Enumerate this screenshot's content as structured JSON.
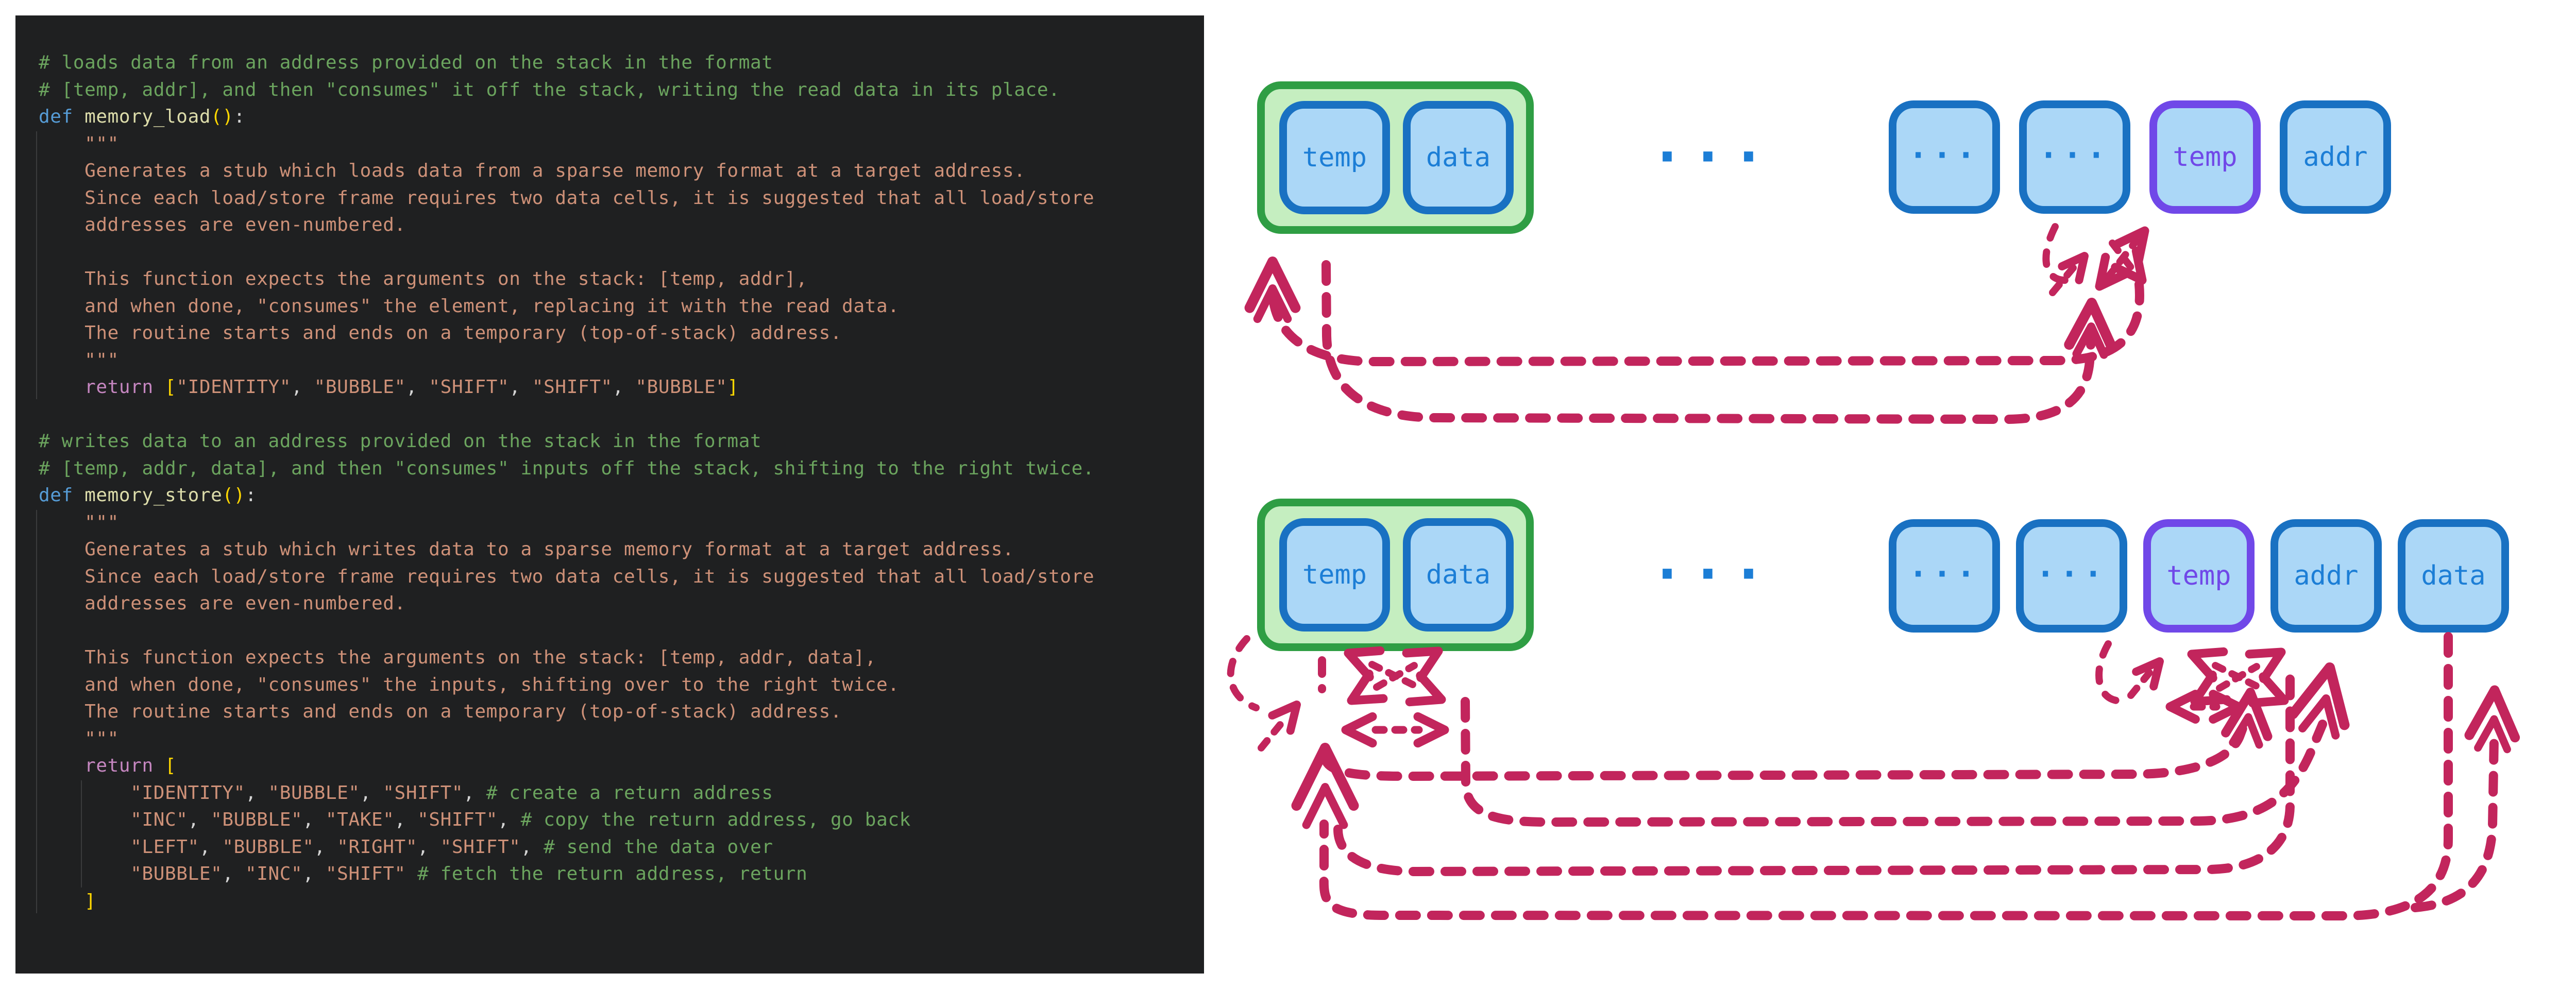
{
  "colors": {
    "editor_bg": "#1f2021",
    "comment": "#6ba45e",
    "keyword": "#569cd6",
    "function": "#dcdcaa",
    "string": "#ce9178",
    "control": "#c586c0",
    "bracket": "#ffd700",
    "plain": "#d4d4d4",
    "canvas_bg": "#ffffff",
    "box_blue_border": "#1971c2",
    "box_blue_fill": "#abd7f7",
    "box_label_blue": "#1c7ed6",
    "box_purple_border": "#7048e8",
    "box_label_purple": "#7048e8",
    "container_green_border": "#2f9e44",
    "container_green_fill": "#c5eec0",
    "arrow": "#c2255c"
  },
  "editor": {
    "lines": [
      [
        [
          "comment",
          "# loads data from an address provided on the stack in the format"
        ]
      ],
      [
        [
          "comment",
          "# [temp, addr], and then \"consumes\" it off the stack, writing the read data in its place."
        ]
      ],
      [
        [
          "keyword",
          "def"
        ],
        [
          "plain",
          " "
        ],
        [
          "function",
          "memory_load"
        ],
        [
          "bracket",
          "()"
        ],
        [
          "plain",
          ":"
        ]
      ],
      [
        [
          "string",
          "    \"\"\""
        ]
      ],
      [
        [
          "string",
          "    Generates a stub which loads data from a sparse memory format at a target address."
        ]
      ],
      [
        [
          "string",
          "    Since each load/store frame requires two data cells, it is suggested that all load/store"
        ]
      ],
      [
        [
          "string",
          "    addresses are even-numbered."
        ]
      ],
      [],
      [
        [
          "string",
          "    This function expects the arguments on the stack: [temp, addr],"
        ]
      ],
      [
        [
          "string",
          "    and when done, \"consumes\" the element, replacing it with the read data."
        ]
      ],
      [
        [
          "string",
          "    The routine starts and ends on a temporary (top-of-stack) address."
        ]
      ],
      [
        [
          "string",
          "    \"\"\""
        ]
      ],
      [
        [
          "control",
          "    return"
        ],
        [
          "plain",
          " "
        ],
        [
          "bracket",
          "["
        ],
        [
          "string",
          "\"IDENTITY\""
        ],
        [
          "plain",
          ", "
        ],
        [
          "string",
          "\"BUBBLE\""
        ],
        [
          "plain",
          ", "
        ],
        [
          "string",
          "\"SHIFT\""
        ],
        [
          "plain",
          ", "
        ],
        [
          "string",
          "\"SHIFT\""
        ],
        [
          "plain",
          ", "
        ],
        [
          "string",
          "\"BUBBLE\""
        ],
        [
          "bracket",
          "]"
        ]
      ],
      [],
      [
        [
          "comment",
          "# writes data to an address provided on the stack in the format"
        ]
      ],
      [
        [
          "comment",
          "# [temp, addr, data], and then \"consumes\" inputs off the stack, shifting to the right twice."
        ]
      ],
      [
        [
          "keyword",
          "def"
        ],
        [
          "plain",
          " "
        ],
        [
          "function",
          "memory_store"
        ],
        [
          "bracket",
          "()"
        ],
        [
          "plain",
          ":"
        ]
      ],
      [
        [
          "string",
          "    \"\"\""
        ]
      ],
      [
        [
          "string",
          "    Generates a stub which writes data to a sparse memory format at a target address."
        ]
      ],
      [
        [
          "string",
          "    Since each load/store frame requires two data cells, it is suggested that all load/store"
        ]
      ],
      [
        [
          "string",
          "    addresses are even-numbered."
        ]
      ],
      [],
      [
        [
          "string",
          "    This function expects the arguments on the stack: [temp, addr, data],"
        ]
      ],
      [
        [
          "string",
          "    and when done, \"consumes\" the inputs, shifting over to the right twice."
        ]
      ],
      [
        [
          "string",
          "    The routine starts and ends on a temporary (top-of-stack) address."
        ]
      ],
      [
        [
          "string",
          "    \"\"\""
        ]
      ],
      [
        [
          "control",
          "    return"
        ],
        [
          "plain",
          " "
        ],
        [
          "bracket",
          "["
        ]
      ],
      [
        [
          "string",
          "        \"IDENTITY\""
        ],
        [
          "plain",
          ", "
        ],
        [
          "string",
          "\"BUBBLE\""
        ],
        [
          "plain",
          ", "
        ],
        [
          "string",
          "\"SHIFT\""
        ],
        [
          "plain",
          ", "
        ],
        [
          "comment",
          "# create a return address"
        ]
      ],
      [
        [
          "string",
          "        \"INC\""
        ],
        [
          "plain",
          ", "
        ],
        [
          "string",
          "\"BUBBLE\""
        ],
        [
          "plain",
          ", "
        ],
        [
          "string",
          "\"TAKE\""
        ],
        [
          "plain",
          ", "
        ],
        [
          "string",
          "\"SHIFT\""
        ],
        [
          "plain",
          ", "
        ],
        [
          "comment",
          "# copy the return address, go back"
        ]
      ],
      [
        [
          "string",
          "        \"LEFT\""
        ],
        [
          "plain",
          ", "
        ],
        [
          "string",
          "\"BUBBLE\""
        ],
        [
          "plain",
          ", "
        ],
        [
          "string",
          "\"RIGHT\""
        ],
        [
          "plain",
          ", "
        ],
        [
          "string",
          "\"SHIFT\""
        ],
        [
          "plain",
          ", "
        ],
        [
          "comment",
          "# send the data over"
        ]
      ],
      [
        [
          "string",
          "        \"BUBBLE\""
        ],
        [
          "plain",
          ", "
        ],
        [
          "string",
          "\"INC\""
        ],
        [
          "plain",
          ", "
        ],
        [
          "string",
          "\"SHIFT\""
        ],
        [
          "plain",
          " "
        ],
        [
          "comment",
          "# fetch the return address, return"
        ]
      ],
      [
        [
          "bracket",
          "    ]"
        ]
      ]
    ]
  },
  "diagram": {
    "rows": [
      {
        "name": "load",
        "container": {
          "labels": [
            "temp",
            "data"
          ]
        },
        "ellipsis": "...",
        "cells": [
          {
            "label": "...",
            "variant": "blue"
          },
          {
            "label": "...",
            "variant": "blue"
          },
          {
            "label": "temp",
            "variant": "purple"
          },
          {
            "label": "addr",
            "variant": "blue"
          }
        ]
      },
      {
        "name": "store",
        "container": {
          "labels": [
            "temp",
            "data"
          ]
        },
        "ellipsis": "...",
        "cells": [
          {
            "label": "...",
            "variant": "blue"
          },
          {
            "label": "...",
            "variant": "blue"
          },
          {
            "label": "temp",
            "variant": "purple"
          },
          {
            "label": "addr",
            "variant": "blue"
          },
          {
            "label": "data",
            "variant": "blue"
          }
        ]
      }
    ]
  }
}
